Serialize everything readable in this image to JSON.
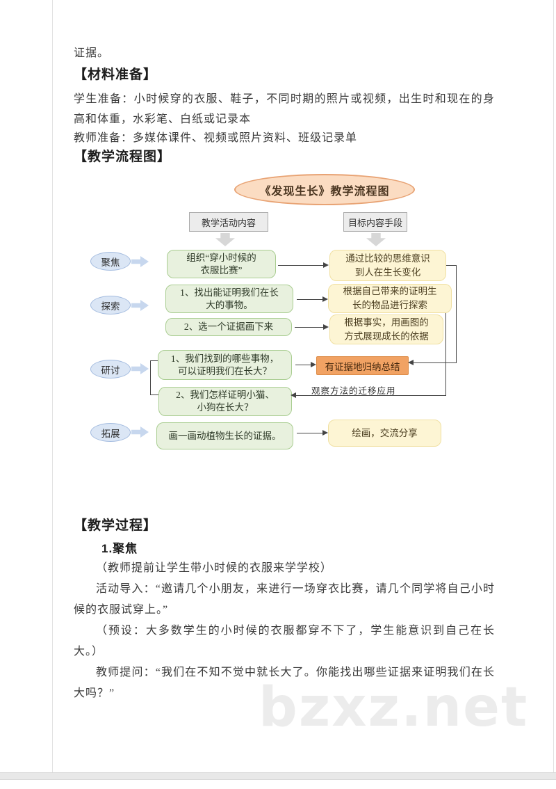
{
  "colors": {
    "peach_fill": "#fbdcc2",
    "peach_border": "#e8a374",
    "gray_fill": "#ececec",
    "gray_border": "#a9a9a9",
    "blue_fill": "#dbe6f5",
    "blue_border": "#a3bbdf",
    "blue_arrow": "#c7d7ee",
    "green_fill": "#e8f1de",
    "green_border": "#a9cd91",
    "yellow_fill": "#fdf5d4",
    "yellow_border": "#f0e0a2",
    "orange_fill": "#f1a263",
    "orange_border": "#dd8c47",
    "line": "#444444",
    "watermark": "#ececec"
  },
  "doc": {
    "evidence_line": "证据。",
    "material_heading": "【材料准备】",
    "student_prep": "学生准备：小时候穿的衣服、鞋子，不同时期的照片或视频，出生时和现在的身高和体重，水彩笔、白纸或记录本",
    "teacher_prep": "教师准备：多媒体课件、视频或照片资料、班级记录单",
    "flowchart_heading": "【教学流程图】",
    "process_heading": "【教学过程】",
    "step1_heading": "1.聚焦",
    "paragraphs": {
      "prep_note": "（教师提前让学生带小时候的衣服来学学校）",
      "activity_intro": "活动导入：“邀请几个小朋友，来进行一场穿衣比赛，请几个同学将自己小时候的衣服试穿上。”",
      "preset": "（预设：大多数学生的小时候的衣服都穿不下了，学生能意识到自己在长大。）",
      "teacher_question": "教师提问：“我们在不知不觉中就长大了。你能找出哪些证据来证明我们在长大吗？”"
    }
  },
  "flowchart": {
    "title": "《发现生长》教学流程图",
    "columns": {
      "left": "教学活动内容",
      "right": "目标内容手段"
    },
    "stages": [
      {
        "label": "聚焦"
      },
      {
        "label": "探索"
      },
      {
        "label": "研讨"
      },
      {
        "label": "拓展"
      }
    ],
    "activities": [
      {
        "lines": [
          "组织“穿小时候的",
          "衣服比赛”"
        ]
      },
      {
        "lines": [
          "1、找出能证明我们在长",
          "大的事物。"
        ]
      },
      {
        "lines": [
          "2、选一个证据画下来"
        ]
      },
      {
        "lines": [
          "1、我们找到的哪些事物，",
          "可以证明我们在长大？"
        ]
      },
      {
        "lines": [
          "2、我们怎样证明小猫、",
          "小狗在长大？"
        ]
      },
      {
        "lines": [
          "画一画动植物生长的证据。"
        ]
      }
    ],
    "goals": [
      {
        "lines": [
          "通过比较的思维意识",
          "到人在生长变化"
        ]
      },
      {
        "lines": [
          "根据自己带来的证明生",
          "长的物品进行探索"
        ]
      },
      {
        "lines": [
          "根据事实，用画图的",
          "方式展现成长的依据"
        ]
      },
      {
        "lines": [
          "绘画，交流分享"
        ]
      }
    ],
    "summary_box": {
      "label": "有证据地归纳总结"
    },
    "transfer_label": "观察方法的迁移应用"
  },
  "watermark": {
    "text": "bzxz.net"
  }
}
